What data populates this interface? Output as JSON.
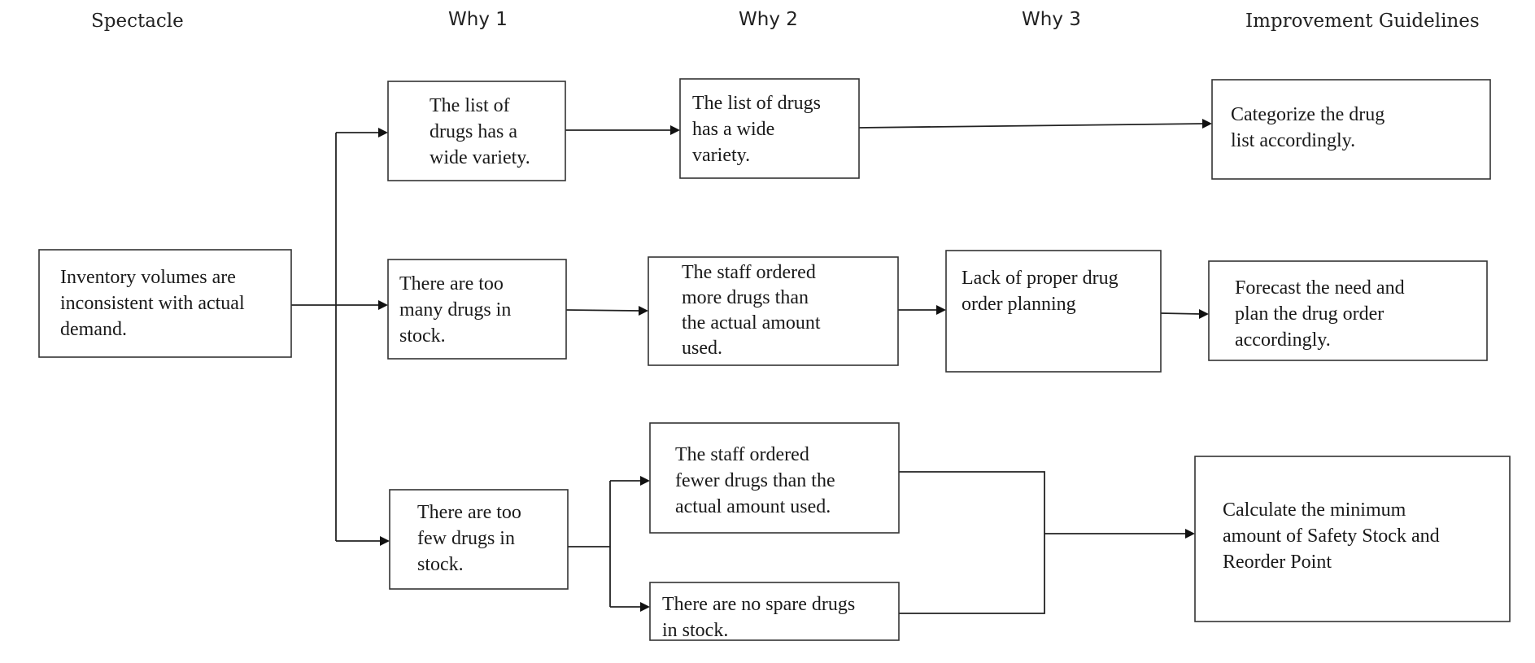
{
  "headers": {
    "spectacle": "Spectacle",
    "why1": "Why 1",
    "why2": "Why 2",
    "why3": "Why 3",
    "improvement": "Improvement Guidelines"
  },
  "boxes": {
    "problem": [
      "Inventory volumes are",
      "inconsistent with actual",
      "demand."
    ],
    "why1_variety": [
      "The list of",
      "drugs has a",
      "wide variety."
    ],
    "why2_variety": [
      "The list of drugs",
      "has a wide",
      "variety."
    ],
    "guide_categorize": [
      "Categorize the drug",
      "list accordingly."
    ],
    "why1_too_many": [
      "There are too",
      "many drugs in",
      "stock."
    ],
    "why2_ordered_more": [
      "The staff ordered",
      "more drugs than",
      "the actual amount",
      "used."
    ],
    "why3_planning": [
      "Lack of proper drug",
      "order planning"
    ],
    "guide_forecast": [
      "Forecast the need and",
      "plan the drug order",
      "accordingly."
    ],
    "why1_too_few": [
      "There are too",
      "few drugs in",
      "stock."
    ],
    "why2_ordered_fewer": [
      "The staff ordered",
      "fewer drugs than the",
      "actual amount used."
    ],
    "why2_no_spare": [
      "There are no spare drugs",
      "in stock."
    ],
    "guide_safety_stock": [
      "Calculate the minimum",
      "amount of Safety Stock and",
      "Reorder Point"
    ]
  }
}
